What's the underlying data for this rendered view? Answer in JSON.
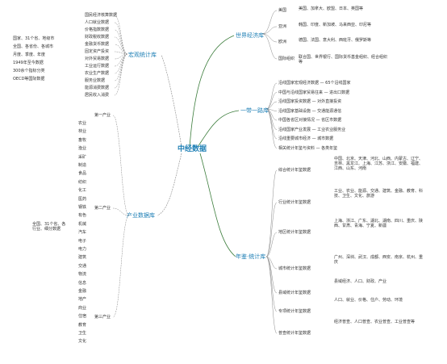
{
  "root": {
    "label": "中经数据"
  },
  "hubs": {
    "world": "世界经济库",
    "belt": "一带一路库",
    "macro": "宏观统计库",
    "industry": "产业数据库",
    "yearbook": "年鉴·统计库"
  },
  "world_rows": [
    {
      "label": "美国",
      "detail": "美国、加拿大、欧盟、日本、英国等"
    },
    {
      "label": "亚洲",
      "detail": "韩国、印度、新加坡、马来西亚、印尼等"
    },
    {
      "label": "欧洲",
      "detail": "德国、法国、意大利、西班牙、俄罗斯等"
    },
    {
      "label": "国际组织",
      "detail": "联合国、世界银行、国际货币基金组织、经合组织等"
    }
  ],
  "belt_rows": [
    "沿线国家宏观经济数据 — 65个沿线国家",
    "中国与沿线国家贸易往来 — 进出口数据",
    "沿线国家投资数据 — 对外直接投资",
    "沿线国家基础设施 — 交通能源通信",
    "中国各省区对接情况 — 省区市数据",
    "沿线国家产业发展 — 工业农业服务业",
    "沿线重要城市经济 — 城市数据",
    "相关统计年鉴与资料 — 各类年鉴"
  ],
  "macro_rows": [
    "国民经济核算数据",
    "人口就业数据",
    "价格指数数据",
    "财政税收数据",
    "金融货币数据",
    "固定资产投资",
    "对外贸易数据",
    "工业运行数据",
    "农业生产数据",
    "服务业数据",
    "能源消费数据",
    "居民收入消费"
  ],
  "macro_left": [
    "国家、31个省、地级市",
    "全国、各省份、各城市",
    "月度、季度、年度",
    "1949年至今数据",
    "300余个指标分类",
    "OECD等国际数据"
  ],
  "industry_groups": [
    "第一产业",
    "第二产业",
    "第三产业"
  ],
  "industry_items": [
    "农业",
    "林业",
    "畜牧",
    "渔业",
    "采矿",
    "制造",
    "食品",
    "纺织",
    "化工",
    "医药",
    "钢铁",
    "有色",
    "机械",
    "汽车",
    "电子",
    "电力",
    "建筑",
    "交通",
    "物流",
    "信息",
    "金融",
    "地产",
    "商业",
    "住宿",
    "教育",
    "卫生",
    "文化"
  ],
  "industry_side": "全国、31个省、各行业、细分数据",
  "yearbook_rows": [
    {
      "label": "综合统计年鉴数据",
      "detail": "中国、北京、天津、河北、山西、内蒙古、辽宁、吉林、黑龙江、上海、江苏、浙江、安徽、福建、江西、山东、河南"
    },
    {
      "label": "行业统计年鉴数据",
      "detail": "工业、农业、能源、交通、建筑、金融、教育、科技、卫生、文化、旅游"
    },
    {
      "label": "地区统计年鉴数据",
      "detail": "上海、浙江、广东、湖北、湖南、四川、重庆、陕西、甘肃、青海、宁夏、新疆"
    },
    {
      "label": "城市统计年鉴数据",
      "detail": "广州、深圳、武汉、成都、西安、南京、杭州、重庆"
    },
    {
      "label": "县域统计年鉴数据",
      "detail": "县域经济、人口、财政、产业"
    },
    {
      "label": "专项统计年鉴数据",
      "detail": "人口、就业、价格、住户、劳动、环境"
    },
    {
      "label": "普查统计年鉴数据",
      "detail": "经济普查、人口普查、农业普查、工业普查等"
    }
  ]
}
